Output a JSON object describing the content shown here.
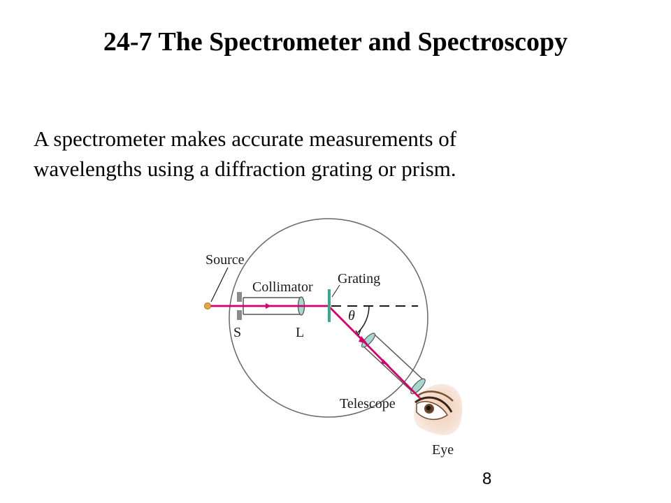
{
  "slide": {
    "title": "24-7 The Spectrometer and Spectroscopy",
    "body_lines": [
      "A spectrometer makes accurate measurements of",
      "wavelengths using a diffraction grating or prism."
    ],
    "page_number": "8"
  },
  "diagram": {
    "labels": {
      "source": "Source",
      "collimator": "Collimator",
      "grating": "Grating",
      "theta": "θ",
      "slit": "S",
      "lens": "L",
      "telescope": "Telescope",
      "eye": "Eye"
    },
    "colors": {
      "ray": "#d1006b",
      "grating": "#3aa88f",
      "lens": "#a7d8cf",
      "source": "#e8a640",
      "tube": "#555555"
    }
  }
}
